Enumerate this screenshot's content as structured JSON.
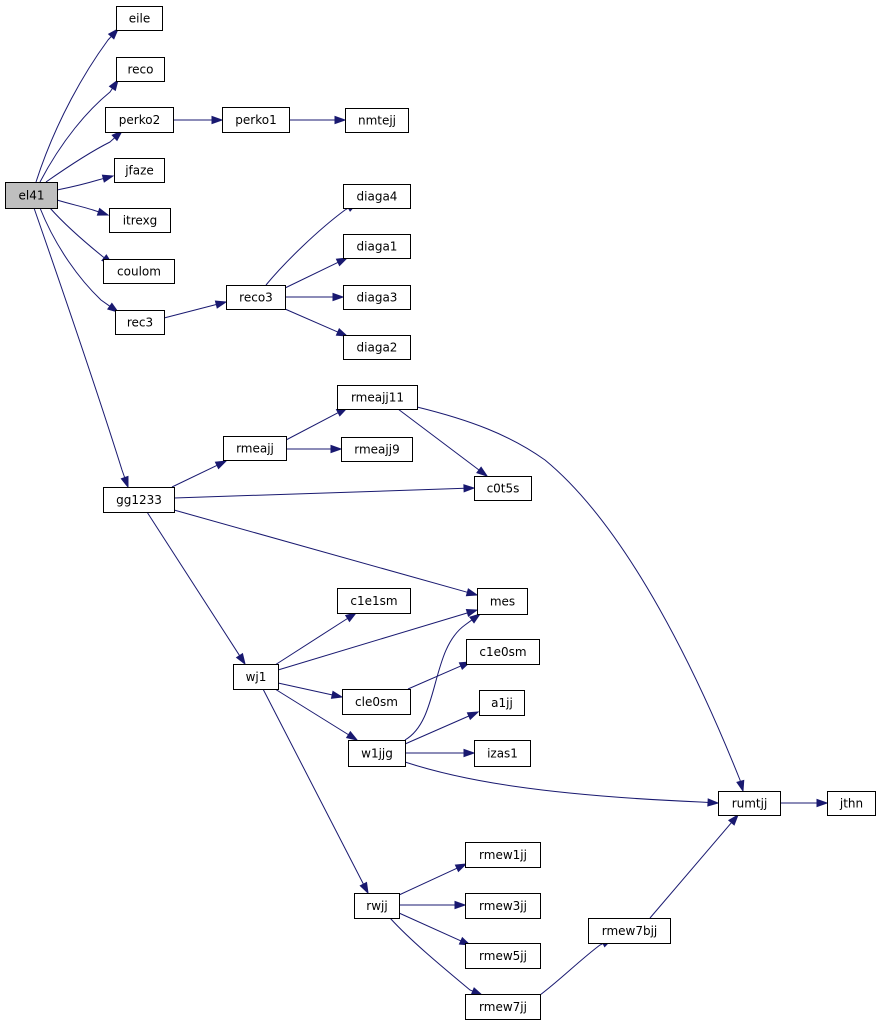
{
  "graph": {
    "nodes": [
      {
        "id": "el41",
        "label": "el41",
        "root": true
      },
      {
        "id": "eile",
        "label": "eile"
      },
      {
        "id": "reco",
        "label": "reco"
      },
      {
        "id": "perko2",
        "label": "perko2"
      },
      {
        "id": "perko1",
        "label": "perko1"
      },
      {
        "id": "nmtejj",
        "label": "nmtejj"
      },
      {
        "id": "jfaze",
        "label": "jfaze"
      },
      {
        "id": "itrexg",
        "label": "itrexg"
      },
      {
        "id": "coulom",
        "label": "coulom"
      },
      {
        "id": "rec3",
        "label": "rec3"
      },
      {
        "id": "reco3",
        "label": "reco3"
      },
      {
        "id": "diaga4",
        "label": "diaga4"
      },
      {
        "id": "diaga1",
        "label": "diaga1"
      },
      {
        "id": "diaga3",
        "label": "diaga3"
      },
      {
        "id": "diaga2",
        "label": "diaga2"
      },
      {
        "id": "rmeajj11",
        "label": "rmeajj11"
      },
      {
        "id": "rmeajj",
        "label": "rmeajj"
      },
      {
        "id": "rmeajj9",
        "label": "rmeajj9"
      },
      {
        "id": "c0t5s",
        "label": "c0t5s"
      },
      {
        "id": "gg1233",
        "label": "gg1233"
      },
      {
        "id": "mes",
        "label": "mes"
      },
      {
        "id": "c1e1sm",
        "label": "c1e1sm"
      },
      {
        "id": "wj1",
        "label": "wj1"
      },
      {
        "id": "c1e0sm",
        "label": "c1e0sm"
      },
      {
        "id": "cle0sm",
        "label": "cle0sm"
      },
      {
        "id": "a1jj",
        "label": "a1jj"
      },
      {
        "id": "w1jjg",
        "label": "w1jjg"
      },
      {
        "id": "izas1",
        "label": "izas1"
      },
      {
        "id": "rumtjj",
        "label": "rumtjj"
      },
      {
        "id": "jthn",
        "label": "jthn"
      },
      {
        "id": "rmew1jj",
        "label": "rmew1jj"
      },
      {
        "id": "rwjj",
        "label": "rwjj"
      },
      {
        "id": "rmew3jj",
        "label": "rmew3jj"
      },
      {
        "id": "rmew7bjj",
        "label": "rmew7bjj"
      },
      {
        "id": "rmew5jj",
        "label": "rmew5jj"
      },
      {
        "id": "rmew7jj",
        "label": "rmew7jj"
      }
    ],
    "edges": [
      {
        "from": "el41",
        "to": "eile"
      },
      {
        "from": "el41",
        "to": "reco"
      },
      {
        "from": "el41",
        "to": "perko2"
      },
      {
        "from": "el41",
        "to": "jfaze"
      },
      {
        "from": "el41",
        "to": "itrexg"
      },
      {
        "from": "el41",
        "to": "coulom"
      },
      {
        "from": "el41",
        "to": "rec3"
      },
      {
        "from": "el41",
        "to": "gg1233"
      },
      {
        "from": "perko2",
        "to": "perko1"
      },
      {
        "from": "perko1",
        "to": "nmtejj"
      },
      {
        "from": "rec3",
        "to": "reco3"
      },
      {
        "from": "reco3",
        "to": "diaga4"
      },
      {
        "from": "reco3",
        "to": "diaga1"
      },
      {
        "from": "reco3",
        "to": "diaga3"
      },
      {
        "from": "reco3",
        "to": "diaga2"
      },
      {
        "from": "gg1233",
        "to": "rmeajj"
      },
      {
        "from": "gg1233",
        "to": "c0t5s"
      },
      {
        "from": "gg1233",
        "to": "mes"
      },
      {
        "from": "gg1233",
        "to": "wj1"
      },
      {
        "from": "rmeajj",
        "to": "rmeajj11"
      },
      {
        "from": "rmeajj",
        "to": "rmeajj9"
      },
      {
        "from": "rmeajj11",
        "to": "c0t5s"
      },
      {
        "from": "rmeajj11",
        "to": "rumtjj"
      },
      {
        "from": "wj1",
        "to": "c1e1sm"
      },
      {
        "from": "wj1",
        "to": "mes"
      },
      {
        "from": "wj1",
        "to": "cle0sm"
      },
      {
        "from": "wj1",
        "to": "w1jjg"
      },
      {
        "from": "wj1",
        "to": "rwjj"
      },
      {
        "from": "cle0sm",
        "to": "c1e0sm"
      },
      {
        "from": "w1jjg",
        "to": "mes"
      },
      {
        "from": "w1jjg",
        "to": "a1jj"
      },
      {
        "from": "w1jjg",
        "to": "izas1"
      },
      {
        "from": "w1jjg",
        "to": "rumtjj"
      },
      {
        "from": "rumtjj",
        "to": "jthn"
      },
      {
        "from": "rwjj",
        "to": "rmew1jj"
      },
      {
        "from": "rwjj",
        "to": "rmew3jj"
      },
      {
        "from": "rwjj",
        "to": "rmew5jj"
      },
      {
        "from": "rwjj",
        "to": "rmew7jj"
      },
      {
        "from": "rmew7jj",
        "to": "rmew7bjj"
      },
      {
        "from": "rmew7bjj",
        "to": "rumtjj"
      }
    ]
  }
}
